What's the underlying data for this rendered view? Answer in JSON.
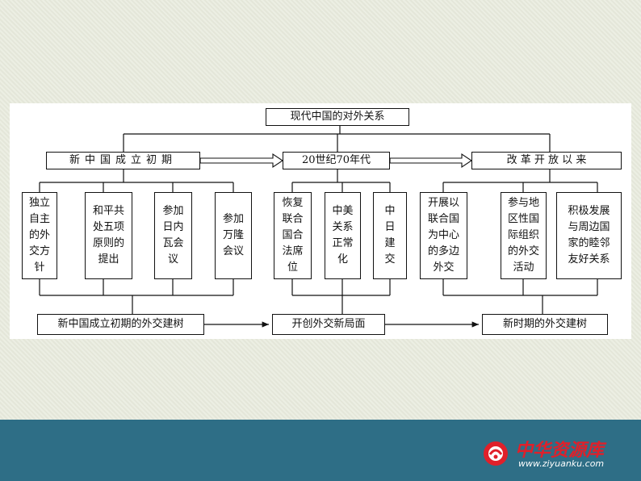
{
  "root": "现代中国的对外关系",
  "periods": [
    "新中国成立初期",
    "20世纪70年代",
    "改 革 开 放 以 来"
  ],
  "events": {
    "p1": [
      "独立\n自主\n的外\n交方\n针",
      "和平共\n处五项\n原则的\n提出",
      "参加\n日内\n瓦会\n议",
      "参加\n万隆\n会议"
    ],
    "p2": [
      "恢复\n联合\n国合\n法席\n位",
      "中美\n关系\n正常\n化",
      "中\n日\n建\n交"
    ],
    "p3": [
      "开展以\n联合国\n为中心\n的多边\n外交",
      "参与地\n区性国\n际组织\n的外交\n活动",
      "积极发展\n与周边国\n家的睦邻\n友好关系"
    ]
  },
  "summaries": [
    "新中国成立初期的外交建树",
    "开创外交新局面",
    "新时期的外交建树"
  ],
  "logo": {
    "text": "中华资源库",
    "url": "www.ziyuanku.com"
  },
  "colors": {
    "footer": "#2e6e86",
    "logo_red": "#e0202a"
  }
}
